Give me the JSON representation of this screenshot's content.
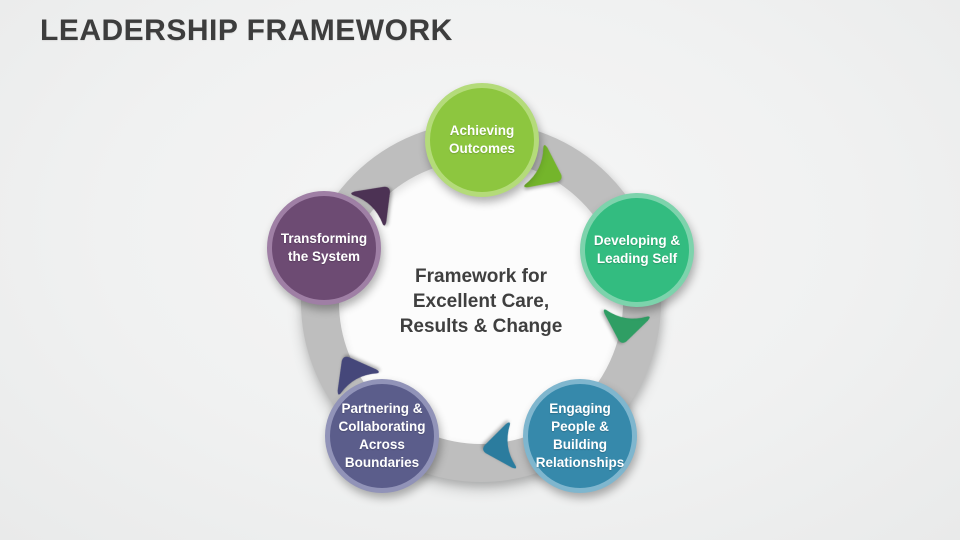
{
  "slide": {
    "title": "LEADERSHIP FRAMEWORK"
  },
  "diagram": {
    "center_text": "Framework for\nExcellent Care,\nResults & Change",
    "ring_color": "#bebebe",
    "inner_disc_color": "#fcfcfc",
    "nodes": [
      {
        "label": "Achieving\nOutcomes",
        "fill": "#8dc63f",
        "border_color": "#b4db7a",
        "arrow_color": "#74b52b"
      },
      {
        "label": "Developing &\nLeading Self",
        "fill": "#33bc80",
        "border_color": "#7dd3ac",
        "arrow_color": "#2f9e64"
      },
      {
        "label": "Engaging\nPeople &\nBuilding\nRelationships",
        "fill": "#3689ab",
        "border_color": "#7fb6ce",
        "arrow_color": "#2b7c9e"
      },
      {
        "label": "Partnering &\nCollaborating\nAcross\nBoundaries",
        "fill": "#5b5d8b",
        "border_color": "#9193b8",
        "arrow_color": "#45477a"
      },
      {
        "label": "Transforming\nthe System",
        "fill": "#6d4b73",
        "border_color": "#9f7fa5",
        "arrow_color": "#4c3254"
      }
    ]
  }
}
